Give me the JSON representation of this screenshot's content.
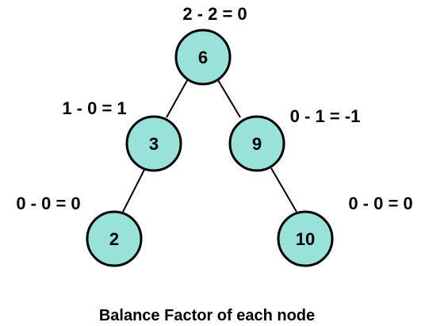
{
  "colors": {
    "node_fill": "#98e2d9",
    "node_stroke": "#000000",
    "edge": "#000000",
    "text": "#000000"
  },
  "nodes": {
    "n6": {
      "value": "6",
      "balance_factor": "2 - 2 = 0"
    },
    "n3": {
      "value": "3",
      "balance_factor": "1 - 0 = 1"
    },
    "n9": {
      "value": "9",
      "balance_factor": "0 - 1 = -1"
    },
    "n2": {
      "value": "2",
      "balance_factor": "0 - 0 = 0"
    },
    "n10": {
      "value": "10",
      "balance_factor": "0 - 0 = 0"
    }
  },
  "edges": [
    {
      "from": "6",
      "to": "3"
    },
    {
      "from": "6",
      "to": "9"
    },
    {
      "from": "3",
      "to": "2"
    },
    {
      "from": "9",
      "to": "10"
    }
  ],
  "caption": "Balance Factor of each node"
}
